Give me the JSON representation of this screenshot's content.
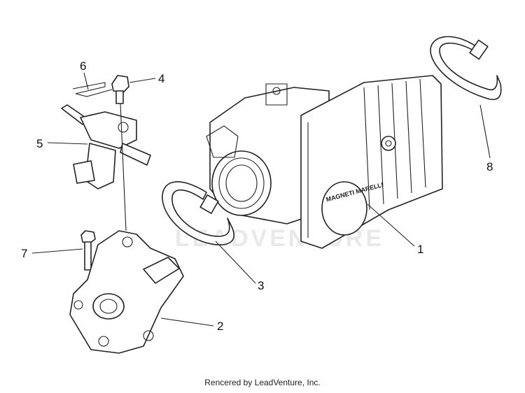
{
  "watermark": "LEADVENTURE",
  "component_marking": "MAGNETI MARELLI",
  "credit": "Rencered by LeadVenture, Inc.",
  "callouts": [
    {
      "id": "1",
      "label": "1"
    },
    {
      "id": "2",
      "label": "2"
    },
    {
      "id": "3",
      "label": "3"
    },
    {
      "id": "4",
      "label": "4"
    },
    {
      "id": "5",
      "label": "5"
    },
    {
      "id": "6",
      "label": "6"
    },
    {
      "id": "7",
      "label": "7"
    },
    {
      "id": "8",
      "label": "8"
    }
  ]
}
